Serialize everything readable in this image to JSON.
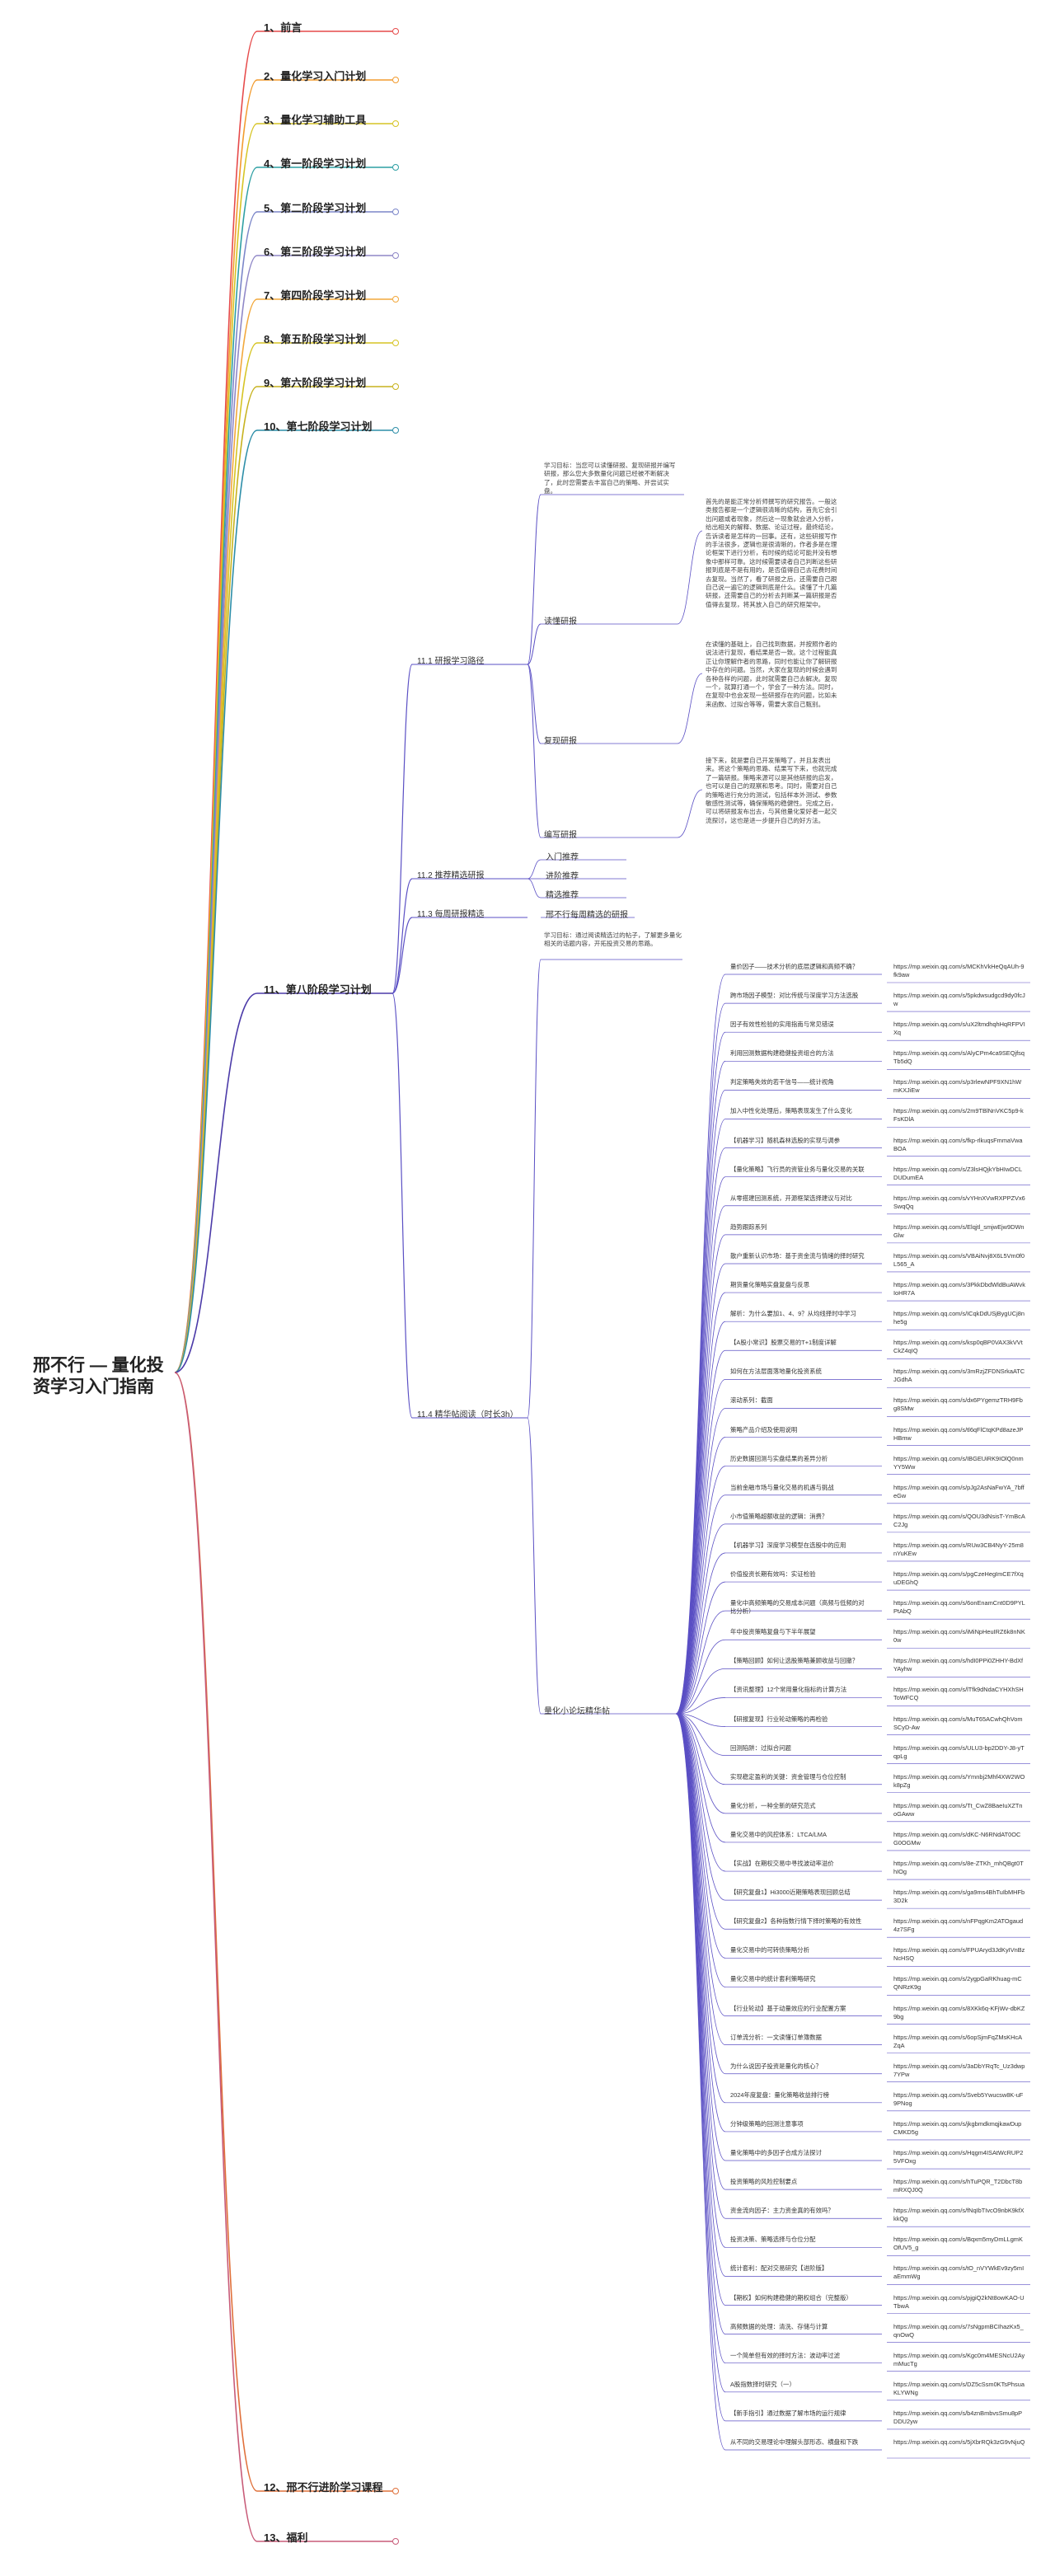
{
  "root": {
    "title": "邢不行 — 量化投资学习入门指南"
  },
  "colors": {
    "ch1": "#e64a4a",
    "ch2": "#f29b2e",
    "ch3": "#d6c423",
    "ch4": "#2d9fa3",
    "ch5": "#7b86c9",
    "ch6": "#8f87c7",
    "ch7": "#f2a83b",
    "ch8": "#d6c423",
    "ch9": "#c7b21e",
    "ch10": "#2d8ea8",
    "ch11": "#4b3aa8",
    "ch12": "#e0703a",
    "ch13": "#c85b78",
    "branch": "#5a4fc4"
  },
  "chapters": [
    {
      "label": "1、前言"
    },
    {
      "label": "2、量化学习入门计划"
    },
    {
      "label": "3、量化学习辅助工具"
    },
    {
      "label": "4、第一阶段学习计划"
    },
    {
      "label": "5、第二阶段学习计划"
    },
    {
      "label": "6、第三阶段学习计划"
    },
    {
      "label": "7、第四阶段学习计划"
    },
    {
      "label": "8、第五阶段学习计划"
    },
    {
      "label": "9、第六阶段学习计划"
    },
    {
      "label": "10、第七阶段学习计划"
    },
    {
      "label": "11、第八阶段学习计划"
    },
    {
      "label": "12、邢不行进阶学习课程"
    },
    {
      "label": "13、福利"
    }
  ],
  "ch11": {
    "s1": {
      "label": "11.1 研报学习路径",
      "intro": "学习目标：当您可以读懂研报、复现研报并编写研报，那么您大多数量化问题已经被不断解决了，此时您需要去丰富自己的策略、并尝试实盘。",
      "items": [
        {
          "label": "读懂研报",
          "text": "首先的是能正常分析师撰写的研究报告。一般这类报告都是一个逻辑很清晰的结构，首先它会引出问题或者现象，然后这一现象就会进入分析，给出相关的解释、数据、论证过程，最终结论，告诉读者是怎样的一回事。还有，这些研报写作的手法很多，逻辑也是很清晰的，作者多是在理论框架下进行分析，有时候的结论可能并没有想象中那样可靠。这时候需要读者自己判断这些研报到底是不是有用的，是否值得自己去花费时间去复现。当然了，看了研报之后，还需要自己跟自己说一遍它的逻辑到底是什么。读懂了十几篇研报，还需要自己的分析去判断某一篇研报是否值得去复现，将其放入自己的研究框架中。"
        },
        {
          "label": "复现研报",
          "text": "在读懂的基础上，自己找到数据，并按照作者的说法进行复现，看结果是否一致。这个过程能真正让你理解作者的思路，同时也能让你了解研报中存在的问题。当然，大家在复现的时候会遇到各种各样的问题，此时就需要自己去解决。复现一个，就算打通一个，学会了一种方法。同时，在复现中也会发现一些研报存在的问题，比如未来函数、过拟合等等，需要大家自己甄别。"
        },
        {
          "label": "编写研报",
          "text": "接下来，就是要自己开发策略了，并且发表出来。将这个策略的思路、结果写下来，也就完成了一篇研报。策略来源可以是其他研报的启发，也可以是自己的观察和思考。同时，需要对自己的策略进行充分的测试，包括样本外测试、参数敏感性测试等，确保策略的稳健性。完成之后，可以将研报发布出去，与其他量化爱好者一起交流探讨，这也是进一步提升自己的好方法。"
        }
      ]
    },
    "s2": {
      "label": "11.2 推荐精选研报",
      "items": [
        "入门推荐",
        "进阶推荐",
        "精选推荐"
      ]
    },
    "s3": {
      "label": "11.3 每周研报精选",
      "desc": "邢不行每周精选的研报"
    },
    "s4": {
      "label": "11.4 精华帖阅读（时长3h）",
      "intro": "学习目标：通过阅读精选过的帖子，了解更多量化相关的话题内容，开拓投资交易的思路。",
      "group": "量化小论坛精华帖",
      "articles": [
        {
          "t": "量价因子——技术分析的底层逻辑和高频不确？",
          "u": "https://mp.weixin.qq.com/s/MCKhVkHeQqAUh-9fk9aw"
        },
        {
          "t": "跨市场因子模型：对比传统与深度学习方法选股",
          "u": "https://mp.weixin.qq.com/s/5pkdwsudgcd9dy0fcJw"
        },
        {
          "t": "因子有效性检验的实用指南与常见错误",
          "u": "https://mp.weixin.qq.com/s/uX2ltmdhqhHqRFPVIXq"
        },
        {
          "t": "利用回测数据构建稳健投资组合的方法",
          "u": "https://mp.weixin.qq.com/s/AlyCPm4ca9SEQjfsqTb5dQ"
        },
        {
          "t": "判定策略失效的若干信号——统计视角",
          "u": "https://mp.weixin.qq.com/s/p3rlewNPF9XN1hWmKXJiEw"
        },
        {
          "t": "加入中性化处理后，策略表现发生了什么变化",
          "u": "https://mp.weixin.qq.com/s/2m9TBlNnVKC5p9-kFsKDlA"
        },
        {
          "t": "【机器学习】随机森林选股的实现与调参",
          "u": "https://mp.weixin.qq.com/s/fkp-rlkuqsFmmaVwaBOA"
        },
        {
          "t": "【量化策略】飞行员的资管业务与量化交易的关联",
          "u": "https://mp.weixin.qq.com/s/Z3lsHQjkYbHIwDCLDUDumEA"
        },
        {
          "t": "从零搭建回测系统，开源框架选择建议与对比",
          "u": "https://mp.weixin.qq.com/s/vYHnXVwRXPPZVx6SwqQq"
        },
        {
          "t": "趋势跟踪系列",
          "u": "https://mp.weixin.qq.com/s/Elqjtl_smjwEjw9DWnGlw"
        },
        {
          "t": "散户重新认识市场：基于资金流与情绪的择时研究",
          "u": "https://mp.weixin.qq.com/s/VBAiNvj8X6L5Vm0f0L565_A"
        },
        {
          "t": "期货量化策略实盘复盘与反思",
          "u": "https://mp.weixin.qq.com/s/3PkkDbdWldBuAWvkIoHR7A"
        },
        {
          "t": "解析：为什么要加1、4、9？从均线择时中学习",
          "u": "https://mp.weixin.qq.com/s/ICqkDdUSjBygUCj8nhe5g"
        },
        {
          "t": "【A股小常识】股票交易的T+1制度详解",
          "u": "https://mp.weixin.qq.com/s/ksp0qBP0VAX3kVVtCkZ4qIQ"
        },
        {
          "t": "如何在方法层面落地量化投资系统",
          "u": "https://mp.weixin.qq.com/s/3mRzjZFDNSrkaATCJGdhA"
        },
        {
          "t": "滚动系列：截面",
          "u": "https://mp.weixin.qq.com/s/dx6PYgemzTRH9Fbg8SMw"
        },
        {
          "t": "策略产品介绍及使用说明",
          "u": "https://mp.weixin.qq.com/s/tl6qFlCtqKPd8azeJPHBmw"
        },
        {
          "t": "历史数据回测与实盘结果的差异分析",
          "u": "https://mp.weixin.qq.com/s/IBGEUiRK9IOlQ0nmYY5Ww"
        },
        {
          "t": "当前金融市场与量化交易的机遇与挑战",
          "u": "https://mp.weixin.qq.com/s/pJg2AsNaFwYA_7bffeGw"
        },
        {
          "t": "小市值策略超额收益的逻辑：消费？",
          "u": "https://mp.weixin.qq.com/s/QOU3dNsisT-YmBcAC2Jg"
        },
        {
          "t": "【机器学习】深度学习模型在选股中的应用",
          "u": "https://mp.weixin.qq.com/s/RUw3CB4NyY-25m8nYuKEw"
        },
        {
          "t": "价值投资长期有效吗：实证检验",
          "u": "https://mp.weixin.qq.com/s/pgCzeHegImCE7fXquDEGhQ"
        },
        {
          "t": "量化中高频策略的交易成本问题（高频与低频的对比分析）",
          "u": "https://mp.weixin.qq.com/s/6onEnamCnt0D9PYLPtAbQ"
        },
        {
          "t": "年中投资策略复盘与下半年展望",
          "u": "https://mp.weixin.qq.com/s/iMiNpHeuIRZ6k8nNK0w"
        },
        {
          "t": "【策略回顾】如何让选股策略兼顾收益与回撤？",
          "u": "https://mp.weixin.qq.com/s/hdI0PPi0ZHHY-BdXfYAyhw"
        },
        {
          "t": "【资讯整理】12个常用量化指标的计算方法",
          "u": "https://mp.weixin.qq.com/s/lTfk9dNdaCYHXhSHToWFCQ"
        },
        {
          "t": "【研报复现】行业轮动策略的再检验",
          "u": "https://mp.weixin.qq.com/s/MuT65ACwhQhVomSCyD-Aw"
        },
        {
          "t": "回测陷阱：过拟合问题",
          "u": "https://mp.weixin.qq.com/s/ULU3-bp2DDY-J8-yTqpLg"
        },
        {
          "t": "实现稳定盈利的关键：资金管理与仓位控制",
          "u": "https://mp.weixin.qq.com/s/Ymnbj2Mhf4XW2WOk8pZg"
        },
        {
          "t": "量化分析，一种全新的研究范式",
          "u": "https://mp.weixin.qq.com/s/Tt_CwZ8BaeIuXZTnoGAww"
        },
        {
          "t": "量化交易中的风控体系：LTCA/LMA",
          "u": "https://mp.weixin.qq.com/s/dKC-N6RNdAT0OCG0OGMw"
        },
        {
          "t": "【实战】在期权交易中寻找波动率溢价",
          "u": "https://mp.weixin.qq.com/s/8e-ZTKh_mhQBgt0ThIOg"
        },
        {
          "t": "【研究复盘1】Hi3000近期策略表现回顾总结",
          "u": "https://mp.weixin.qq.com/s/ga9ms4BhTuIbMHFb3D2k"
        },
        {
          "t": "【研究复盘2】各种指数行情下择时策略的有效性",
          "u": "https://mp.weixin.qq.com/s/nFPqgKm2ATOgaud4z7SFg"
        },
        {
          "t": "量化交易中的可转债策略分析",
          "u": "https://mp.weixin.qq.com/s/FPUAryd3JdKyIVnBzNcHSQ"
        },
        {
          "t": "量化交易中的统计套利策略研究",
          "u": "https://mp.weixin.qq.com/s/2ygpGaRKhuag-mCQNRzK9g"
        },
        {
          "t": "【行业轮动】基于动量效应的行业配置方案",
          "u": "https://mp.weixin.qq.com/s/8XKk6q-KFjWv-dbKZ9bg"
        },
        {
          "t": "订单流分析：一文读懂订单簿数据",
          "u": "https://mp.weixin.qq.com/s/6opSjmFqZMsKHcAZqA"
        },
        {
          "t": "为什么说因子投资是量化的核心？",
          "u": "https://mp.weixin.qq.com/s/3aDbYRqTc_Uz3dwp7YPw"
        },
        {
          "t": "2024年度复盘：量化策略收益排行榜",
          "u": "https://mp.weixin.qq.com/s/Sveb5Ywucsw8K-uF9PNog"
        },
        {
          "t": "分钟级策略的回测注意事项",
          "u": "https://mp.weixin.qq.com/s/jkgbmdkmqjkawDupCMKD5g"
        },
        {
          "t": "量化策略中的多因子合成方法探讨",
          "u": "https://mp.weixin.qq.com/s/Hqgm4ISAtWcRUP25VFOxg"
        },
        {
          "t": "投资策略的风险控制要点",
          "u": "https://mp.weixin.qq.com/s/hTuPQR_T2DbcT8bmRXQJ0Q"
        },
        {
          "t": "资金流向因子：主力资金真的有效吗？",
          "u": "https://mp.weixin.qq.com/s/fNqIbTIvcO9nbK9kfXkkQg"
        },
        {
          "t": "投资决策、策略选择与仓位分配",
          "u": "https://mp.weixin.qq.com/s/Bqxm5myDmLLgmKOfUV5_g"
        },
        {
          "t": "统计套利：配对交易研究【进阶版】",
          "u": "https://mp.weixin.qq.com/s/tO_nVYWkEv9zy5mIaEmmWg"
        },
        {
          "t": "【期权】如何构建稳健的期权组合（完整版）",
          "u": "https://mp.weixin.qq.com/s/pjgiQ2kNt8owKAO-UTbwA"
        },
        {
          "t": "高频数据的处理：清洗、存储与计算",
          "u": "https://mp.weixin.qq.com/s/7sNgpmBCIhazKx5_qnOwQ"
        },
        {
          "t": "一个简单但有效的择时方法：波动率过滤",
          "u": "https://mp.weixin.qq.com/s/Kgc0m4MESNcU2AymMucTg"
        },
        {
          "t": "A股指数择时研究（一）",
          "u": "https://mp.weixin.qq.com/s/DZ5cSsm0KTsPhsuaKLYWNg"
        },
        {
          "t": "【新手指引】通过数据了解市场的运行规律",
          "u": "https://mp.weixin.qq.com/s/b4znBmbvsSmu8pPDDU2yw"
        },
        {
          "t": "从不同的交易理论中理解头部形态、横盘和下跌",
          "u": "https://mp.weixin.qq.com/s/5jXbrRQk3zG9vNjuQ"
        }
      ]
    }
  }
}
